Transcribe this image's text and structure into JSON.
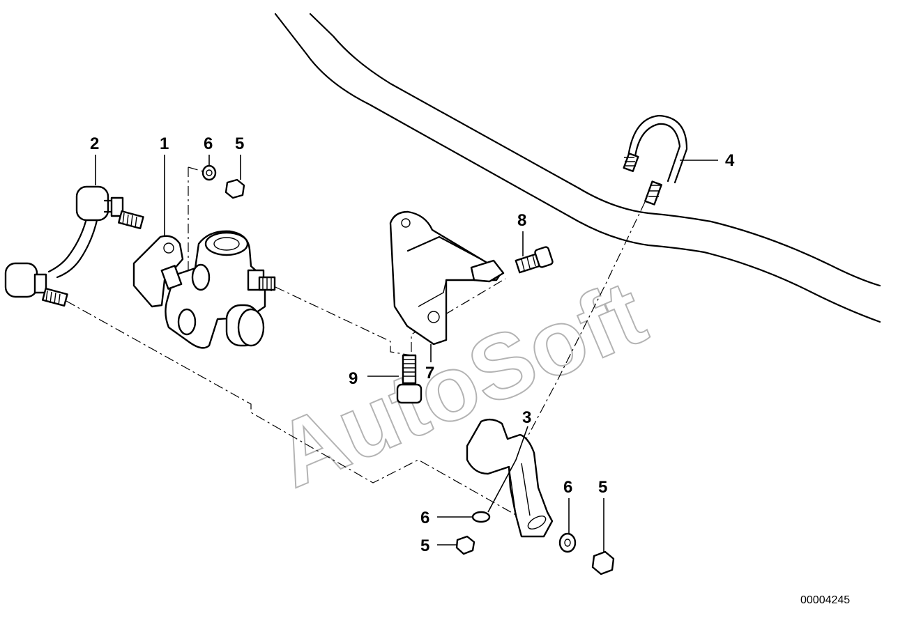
{
  "callouts": {
    "c1": "1",
    "c2": "2",
    "c3": "3",
    "c4": "4",
    "c5a": "5",
    "c5b": "5",
    "c5c": "5",
    "c6a": "6",
    "c6b": "6",
    "c6c": "6",
    "c7": "7",
    "c8": "8",
    "c9": "9"
  },
  "watermark": "AutoSoft",
  "reference_number": "00004245"
}
